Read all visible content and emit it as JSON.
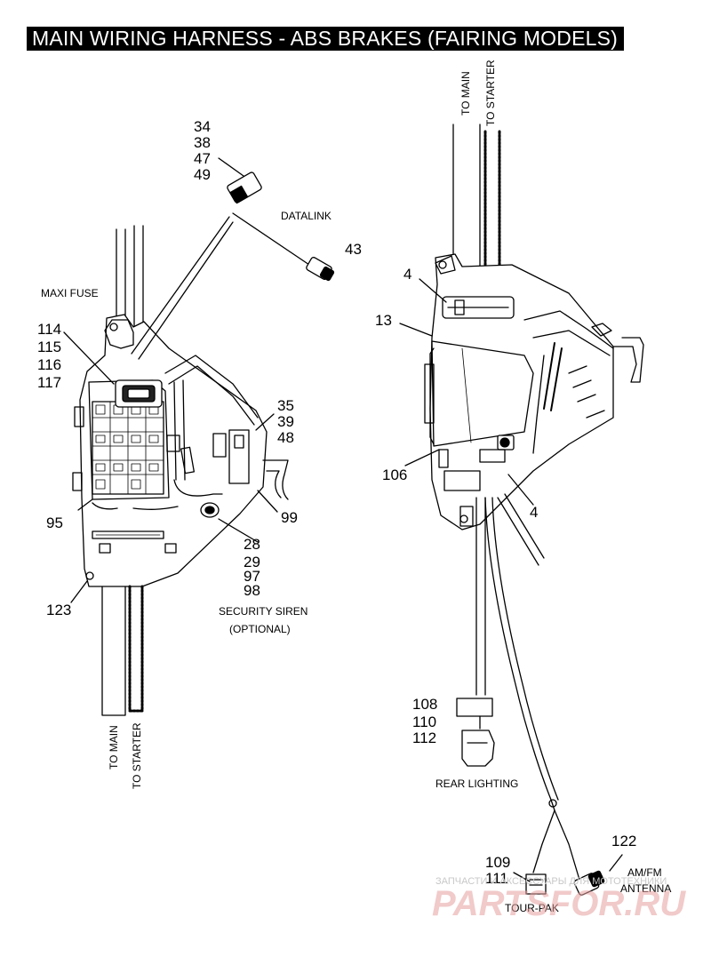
{
  "title": "MAIN WIRING HARNESS - ABS BRAKES (FAIRING MODELS)",
  "left_assembly": {
    "callouts_34": [
      "34",
      "38",
      "47",
      "49"
    ],
    "datalink_label": "DATALINK",
    "callout_43": "43",
    "maxi_fuse_label": "MAXI FUSE",
    "callouts_114": [
      "114",
      "115",
      "116",
      "117"
    ],
    "callouts_35": [
      "35",
      "39",
      "48"
    ],
    "callout_95": "95",
    "callout_99": "99",
    "callouts_28": [
      "28",
      "29",
      "97",
      "98"
    ],
    "siren_label_line1": "SECURITY SIREN",
    "siren_label_line2": "(OPTIONAL)",
    "callout_123": "123",
    "to_main_label": "TO MAIN",
    "to_starter_label": "TO STARTER"
  },
  "right_assembly": {
    "to_main_label": "TO MAIN",
    "to_starter_label": "TO STARTER",
    "callout_4_top": "4",
    "callout_13": "13",
    "callout_106": "106",
    "callout_4_bottom": "4",
    "callouts_108": [
      "108",
      "110",
      "112"
    ],
    "rear_lighting_label": "REAR LIGHTING",
    "callout_122": "122",
    "antenna_line1": "AM/FM",
    "antenna_line2": "ANTENNA",
    "callouts_109": [
      "109",
      "111"
    ],
    "tour_pak_label": "TOUR-PAK"
  },
  "watermark": {
    "tagline": "ЗАПЧАСТИ И АКСЕССУАРЫ ДЛЯ МОТОТЕХНИКИ",
    "logo": "PARTSFOR.RU"
  }
}
